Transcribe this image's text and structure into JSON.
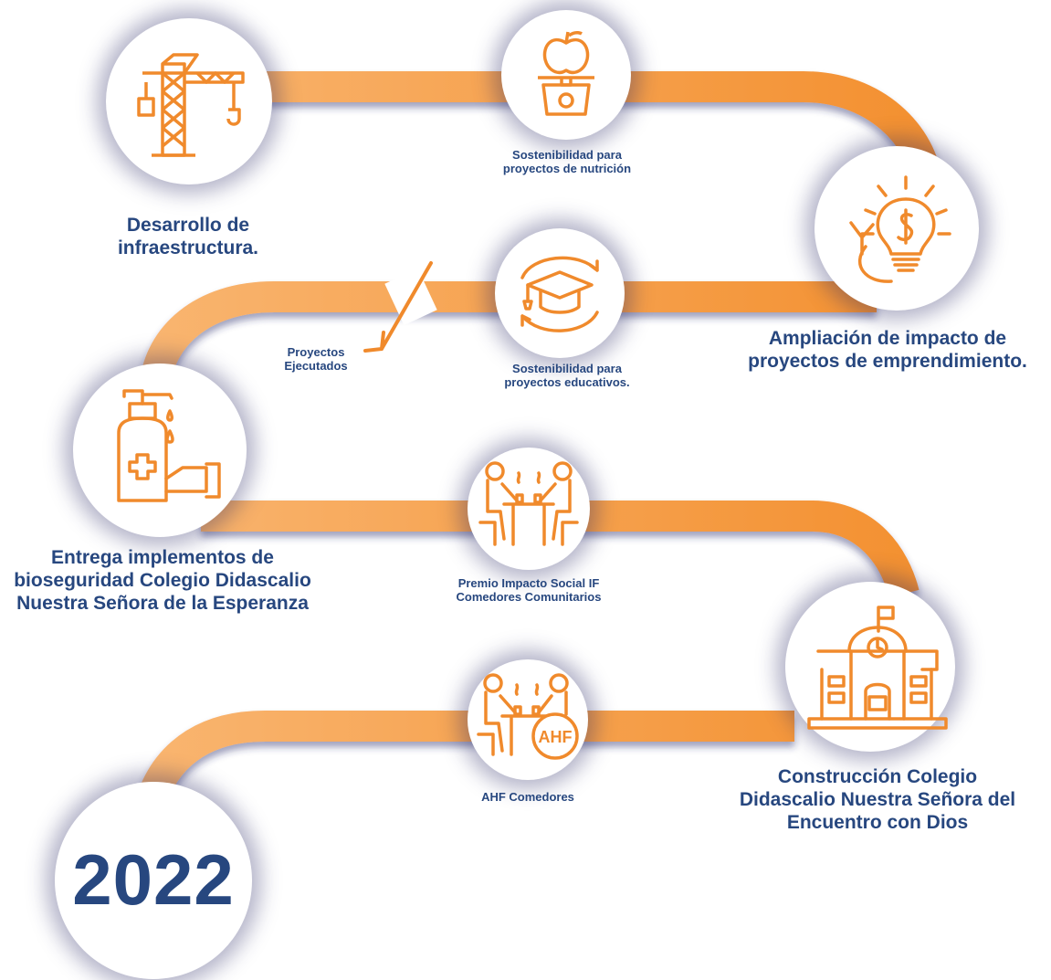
{
  "title": "",
  "colors": {
    "accent": "#f08a2c",
    "accent_light": "#f9b06a",
    "text": "#27477f",
    "shadow": "#2c2f6e"
  },
  "year": "2022",
  "milestones": [
    {
      "label": "Desarrollo de\ninfraestructura.",
      "icon": "crane-icon"
    },
    {
      "label": "Sostenibilidad para\nproyectos de nutrición",
      "icon": "apple-scale-icon"
    },
    {
      "label": "Ampliación de impacto de\nproyectos de emprendimiento.",
      "icon": "lightbulb-dollar-icon"
    },
    {
      "label": "Sostenibilidad para\nproyectos educativos.",
      "icon": "graduation-cap-icon"
    },
    {
      "label": "Proyectos\nEjecutados",
      "icon": "arrow-icon"
    },
    {
      "label": "Entrega implementos de\nbioseguridad Colegio Didascalio\nNuestra Señora de la Esperanza",
      "icon": "hand-sanitizer-icon"
    },
    {
      "label": "Premio Impacto Social IF\nComedores Comunitarios",
      "icon": "community-dining-icon"
    },
    {
      "label": "Construcción Colegio\nDidascalio Nuestra Señora del\nEncuentro con Dios",
      "icon": "school-building-icon"
    },
    {
      "label": "AHF Comedores",
      "icon": "ahf-dining-icon",
      "badge": "AHF"
    }
  ]
}
